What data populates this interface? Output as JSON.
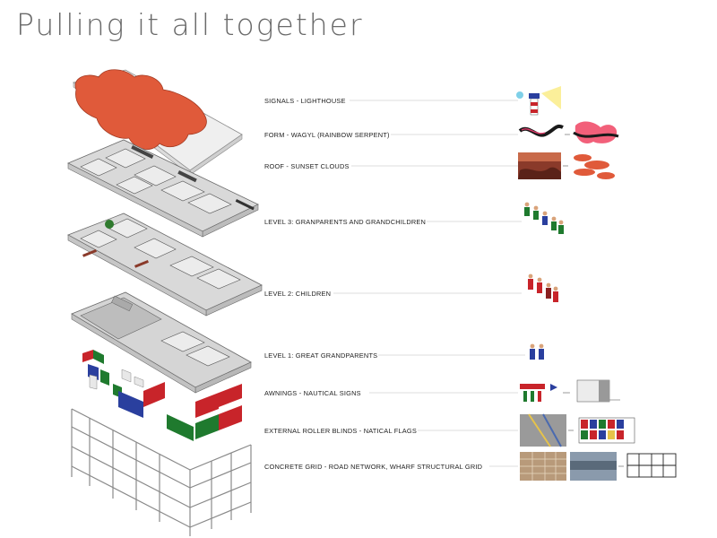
{
  "title": "Pulling it all together",
  "labels": [
    "SIGNALS - LIGHTHOUSE",
    "FORM - WAGYL (RAINBOW SERPENT)",
    "ROOF - SUNSET CLOUDS",
    "LEVEL 3: GRANPARENTS AND GRANDCHILDREN",
    "LEVEL 2: CHILDREN",
    "LEVEL 1: GREAT GRANDPARENTS",
    "AWNINGS - NAUTICAL SIGNS",
    "EXTERNAL ROLLER BLINDS - NATICAL FLAGS",
    "CONCRETE GRID - ROAD NETWORK, WHARF STRUCTURAL GRID"
  ],
  "colors": {
    "roof_orange": "#e05a3a",
    "awning_red": "#c8242a",
    "awning_blue": "#2a3f9e",
    "awning_green": "#1f7a2e",
    "leader": "#bdbdbd"
  }
}
